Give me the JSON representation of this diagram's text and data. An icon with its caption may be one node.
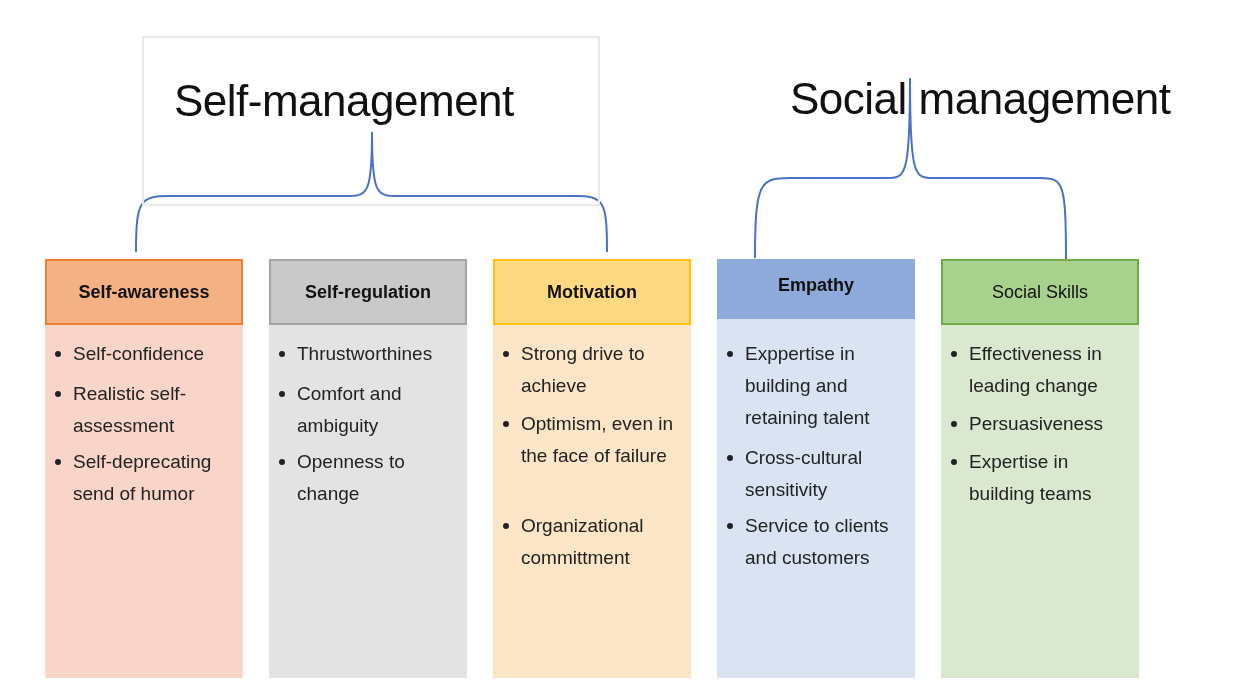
{
  "diagram": {
    "nodes": [
      {
        "text": [
          "Self-management"
        ]
      },
      {
        "text": [
          "Self-awareness",
          "Self-confidence",
          "Realistic self-assessment",
          "Self-deprecating send of humor"
        ]
      },
      {
        "text": [
          "Self-regulation",
          "Thrustworthines",
          "Comfort and ambiguity",
          "Openness to change"
        ]
      },
      {
        "text": [
          "Motivation",
          "Strong drive to achieve",
          "Optimism, even in the face of failure",
          "Organizational committment"
        ]
      },
      {
        "text": [
          "Empathy",
          "Exppertise in building and retaining talent",
          "Cross-cultural sensitivity",
          "Service to clients and customers"
        ]
      },
      {
        "text": [
          "Social Skills",
          "Effectiveness in leading change",
          "Persuasiveness",
          "Expertise in building teams"
        ]
      }
    ],
    "edges": [],
    "labels": [
      "Social management"
    ]
  }
}
